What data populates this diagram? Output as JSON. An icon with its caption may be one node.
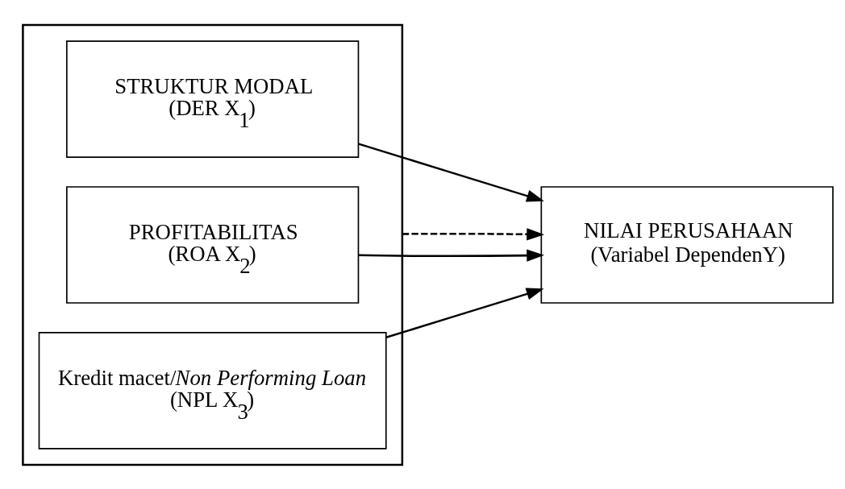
{
  "diagram": {
    "nodes": [
      {
        "text": [],
        "shape": "box"
      },
      {
        "text": [
          "STRUKTUR MODAL",
          "(DER X$_{1}$)"
        ],
        "in": 0
      },
      {
        "text": [
          "PROFITABILITAS",
          "(ROA X$_{2}$)"
        ],
        "in": 0
      },
      {
        "text": [
          "Kredit macet/*Non Performing Loan*",
          "(NPL X$_{3}$)"
        ],
        "in": 0
      },
      {
        "text": [
          "NILAI PERUSAHAAN",
          "(Variabel DependenY)"
        ]
      }
    ],
    "edges": [
      {
        "from": 1,
        "to": 4,
        "arrow": "to"
      },
      {
        "from": 2,
        "to": 4,
        "arrow": "to"
      },
      {
        "from": 3,
        "to": 4,
        "arrow": "to"
      },
      {
        "from": 0,
        "to": 4,
        "arrow": "to",
        "style": "dashed"
      }
    ]
  }
}
